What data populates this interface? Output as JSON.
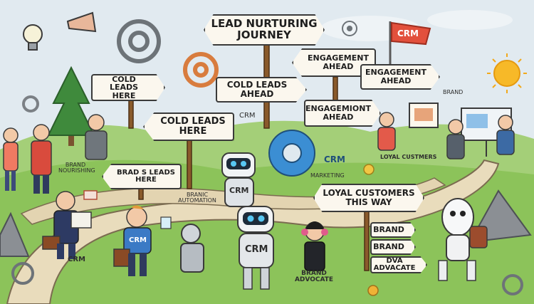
{
  "title_sign": "LEAD NURTURING JOURNEY",
  "flag": "CRM",
  "signs": {
    "cold_leads_here": "COLD LEADS HERE",
    "cold_leads_ahead": "COLD LEADS AHEAD",
    "engagement_ahead_top": "ENGAGEMENT AHEAD",
    "engagement_ahead_right": "ENGAGEMENT AHEAD",
    "cold_leads_here_2": "COLD LEADS HERE",
    "engagement_ahead_mid": "ENGAGEMIONT AHEAD",
    "brad_s_leads_here": "BRAD S LEADS HERE",
    "loyal_customers": "LOYAL CUSTOMERS THIS WAY",
    "brand_1": "BRAND",
    "brand_2": "BRAND",
    "dva_advacate": "DVA ADVACATE"
  },
  "labels": {
    "crm_mid": "CRM",
    "crm_gear": "CRM",
    "marketing": "MARKETING",
    "brand_top_right": "BRAND",
    "loyal_customers_small": "LOYAL CUSTMERS",
    "brand_nourishing": "BRAND NOURISHING",
    "branic_automation": "BRANIC AUTOMATION",
    "crm_path_left": "CRM",
    "brand_advocate_bottom": "BRAND ADVOCATE"
  },
  "characters": {
    "boy_shirt": "CRM",
    "robot_small": "CRM",
    "robot_big": "CRM"
  },
  "colors": {
    "sky": "#dfe9ef",
    "grass": "#8cc35a",
    "path": "#e9dcbc",
    "sign": "#fbf7ee",
    "accent_red": "#e2503c",
    "gear_blue": "#3b8ed3"
  }
}
